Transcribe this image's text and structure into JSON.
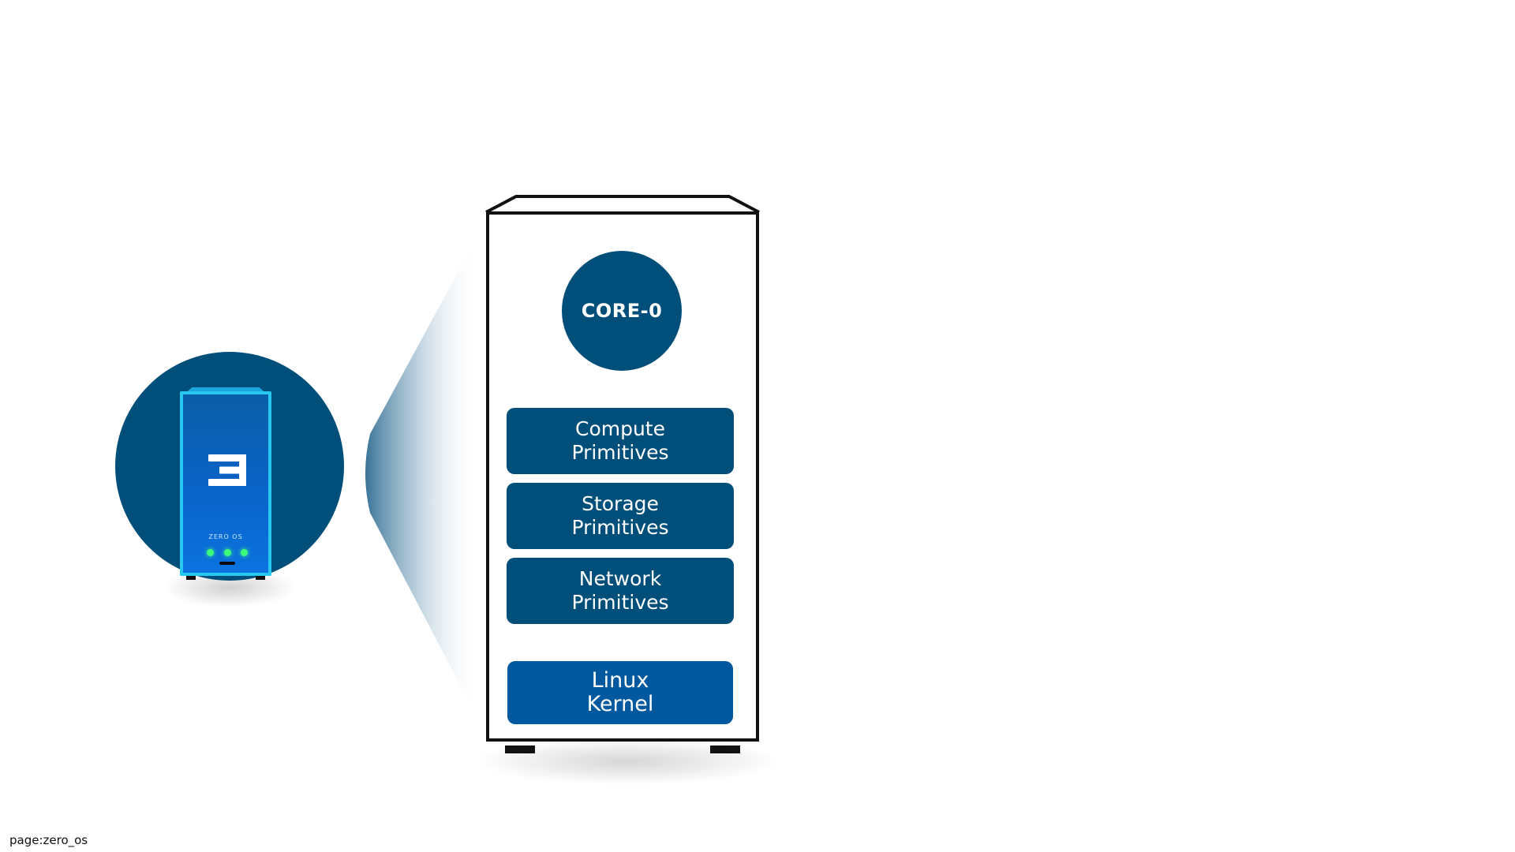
{
  "node": {
    "brand_label": "ZERO OS",
    "icon": "threefold-logo-icon",
    "led_color": "#3dff7a",
    "accent": "#27c7f0"
  },
  "cabinet": {
    "core_label": "CORE-0",
    "primitives": [
      {
        "label": "Compute\nPrimitives"
      },
      {
        "label": "Storage\nPrimitives"
      },
      {
        "label": "Network\nPrimitives"
      }
    ],
    "kernel_label": "Linux\nKernel"
  },
  "colors": {
    "primary": "#004f7a",
    "kernel": "#00589e",
    "outline": "#111111"
  },
  "footer": {
    "page_label": "page:zero_os"
  }
}
